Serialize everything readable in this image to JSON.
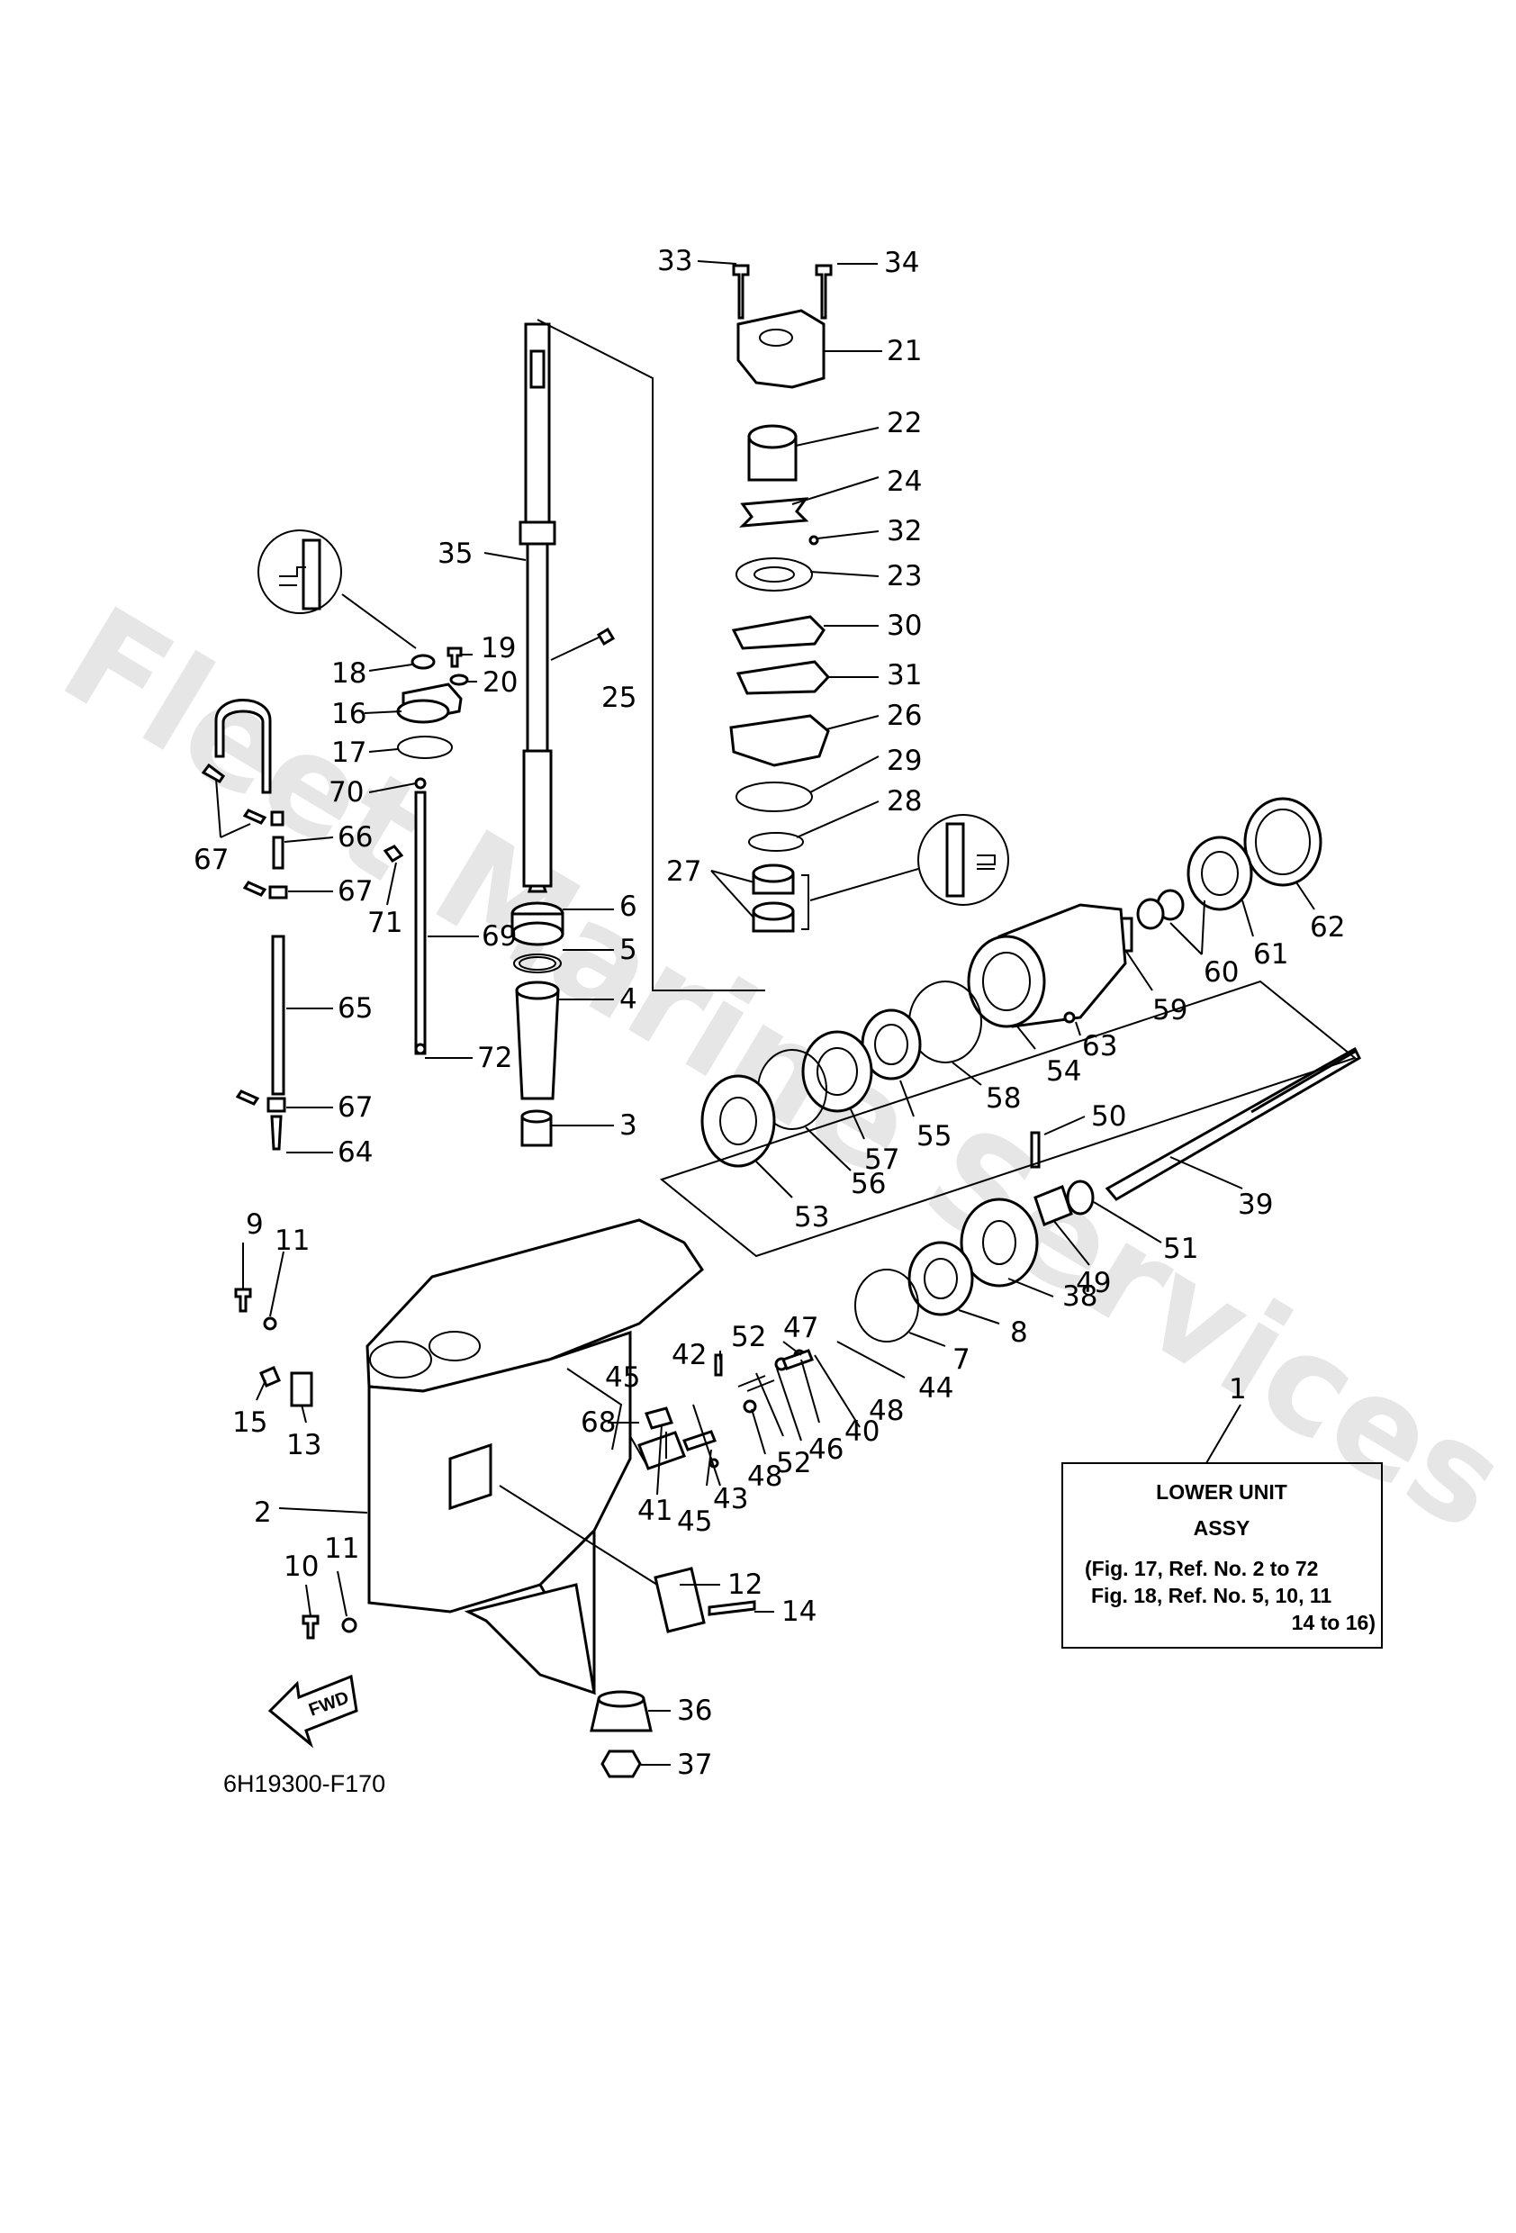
{
  "watermark": "Fleet Marine Services",
  "caption": "6H19300-F170",
  "fwd_label": "FWD",
  "box": {
    "title": "LOWER UNIT",
    "subtitle": "ASSY",
    "line1": "(Fig. 17, Ref. No. 2 to 72",
    "line2": "Fig. 18, Ref. No. 5, 10, 11",
    "line3": "14 to 16)"
  },
  "callouts": {
    "c1": "1",
    "c2": "2",
    "c3": "3",
    "c4": "4",
    "c5": "5",
    "c6": "6",
    "c7": "7",
    "c8": "8",
    "c9": "9",
    "c10": "10",
    "c11a": "11",
    "c11b": "11",
    "c12": "12",
    "c13": "13",
    "c14": "14",
    "c15": "15",
    "c16": "16",
    "c17": "17",
    "c18": "18",
    "c19": "19",
    "c20": "20",
    "c21": "21",
    "c22": "22",
    "c23": "23",
    "c24": "24",
    "c25": "25",
    "c26": "26",
    "c27": "27",
    "c28": "28",
    "c29": "29",
    "c30": "30",
    "c31": "31",
    "c32": "32",
    "c33": "33",
    "c34": "34",
    "c35": "35",
    "c36": "36",
    "c37": "37",
    "c38": "38",
    "c39": "39",
    "c40": "40",
    "c41": "41",
    "c42": "42",
    "c43": "43",
    "c44": "44",
    "c45a": "45",
    "c45b": "45",
    "c46": "46",
    "c47": "47",
    "c48a": "48",
    "c48b": "48",
    "c49": "49",
    "c50": "50",
    "c51": "51",
    "c52a": "52",
    "c52b": "52",
    "c53": "53",
    "c54": "54",
    "c55": "55",
    "c56": "56",
    "c57": "57",
    "c58": "58",
    "c59": "59",
    "c60": "60",
    "c61": "61",
    "c62": "62",
    "c63": "63",
    "c64": "64",
    "c65": "65",
    "c66": "66",
    "c67a": "67",
    "c67b": "67",
    "c67c": "67",
    "c67d": "67",
    "c68": "68",
    "c69": "69",
    "c70": "70",
    "c71": "71",
    "c72": "72"
  }
}
